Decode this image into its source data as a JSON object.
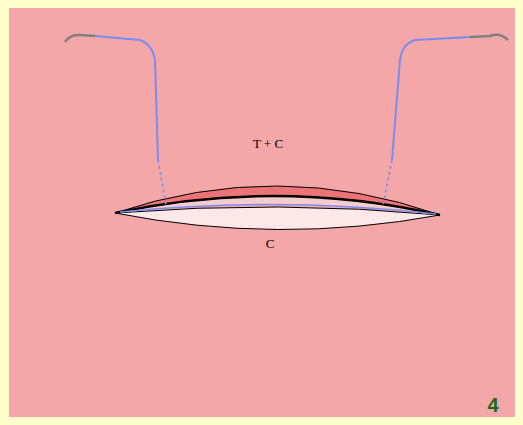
{
  "diagram": {
    "labels": [
      "T + C",
      "C",
      "4"
    ]
  }
}
